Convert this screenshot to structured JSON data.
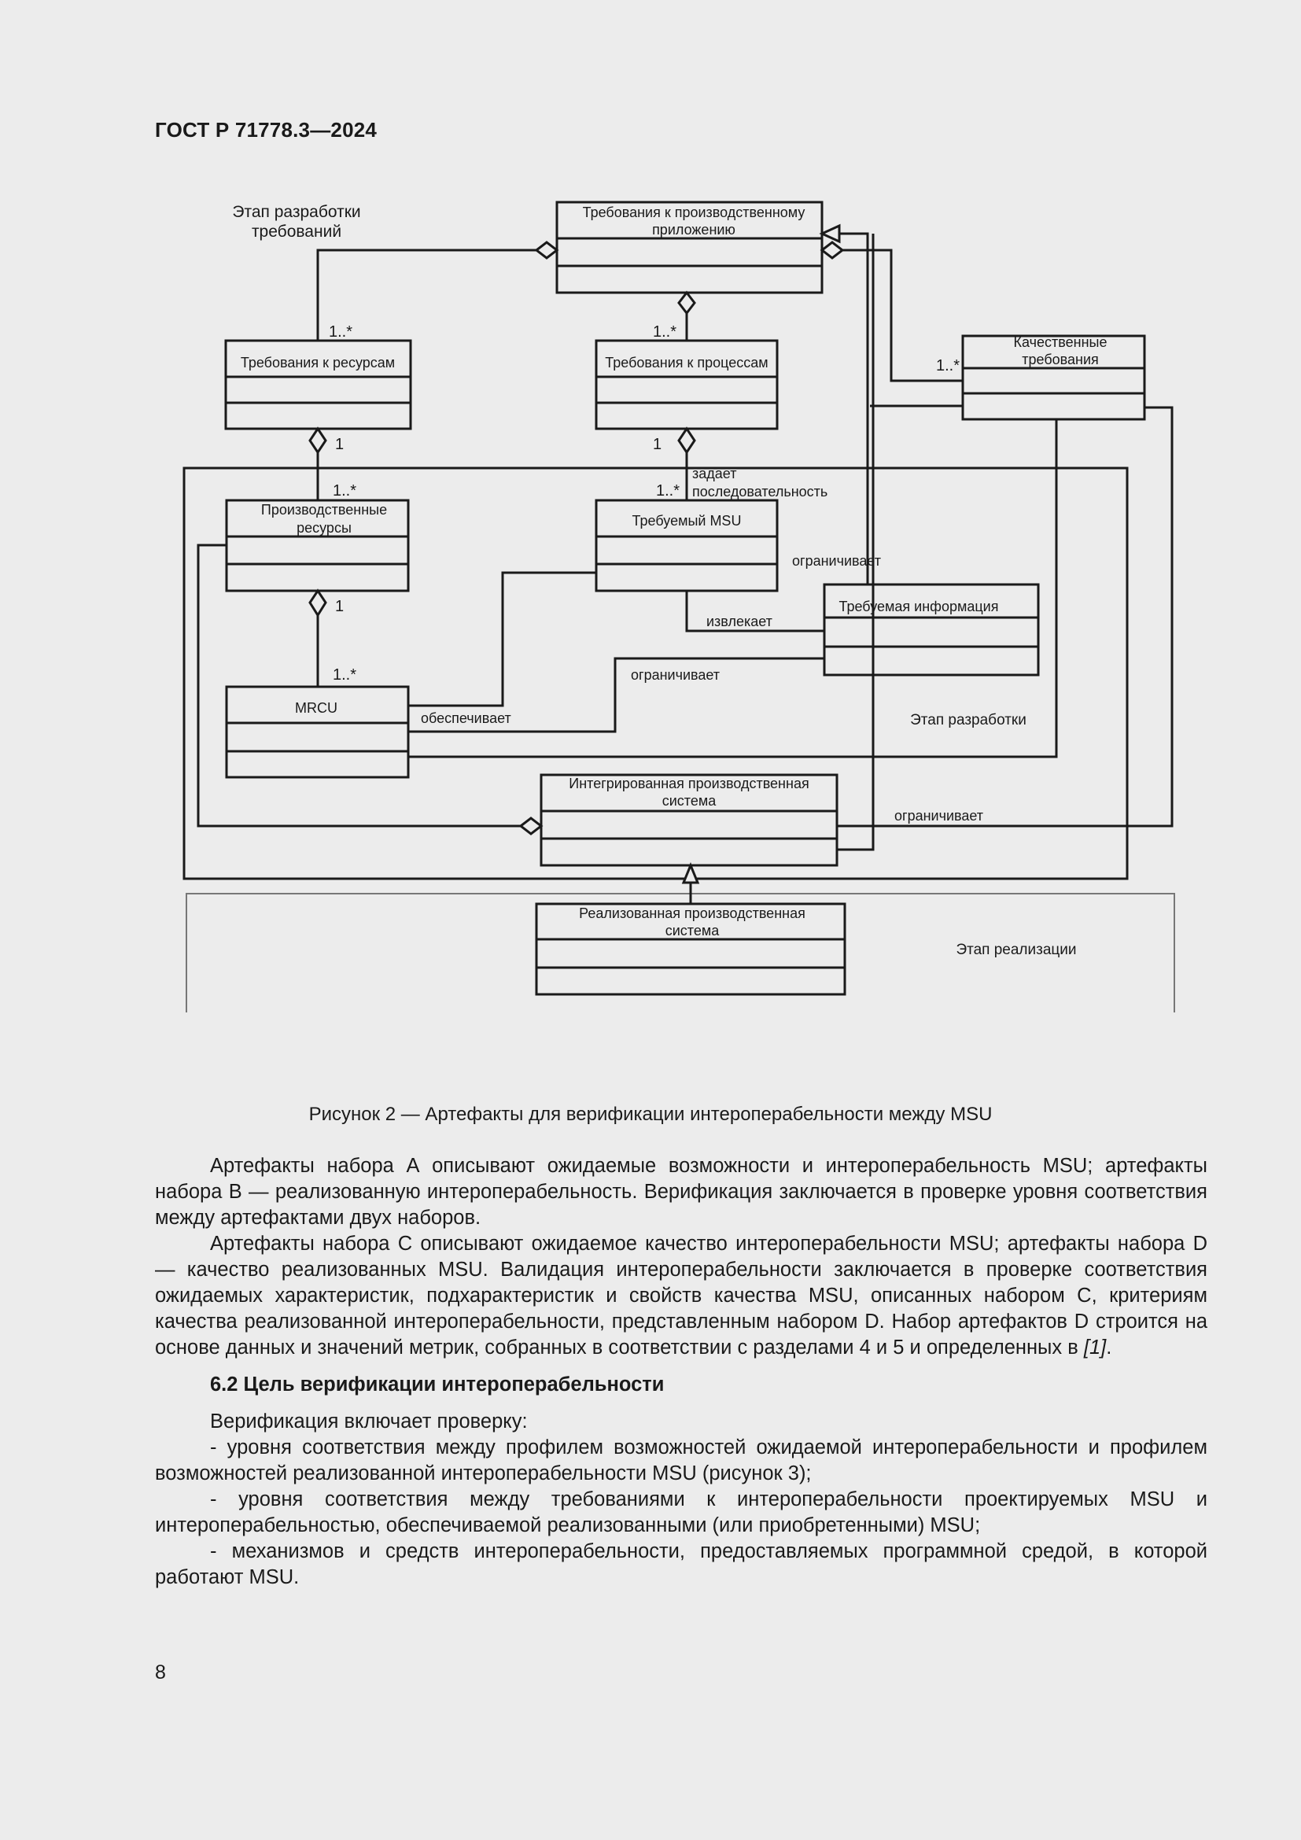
{
  "header": {
    "doc_id": "ГОСТ Р 71778.3—2024"
  },
  "diagram": {
    "labels": {
      "stage_requirements_1": "Этап разработки",
      "stage_requirements_2": "требований",
      "stage_development": "Этап разработки",
      "stage_implementation": "Этап реализации"
    },
    "classes": {
      "prod_app_req_1": "Требования к производственному",
      "prod_app_req_2": "приложению",
      "resource_req": "Требования к ресурсам",
      "process_req": "Требования к процессам",
      "quality_req_1": "Качественные",
      "quality_req_2": "требования",
      "prod_resources_1": "Производственные",
      "prod_resources_2": "ресурсы",
      "required_msu": "Требуемый MSU",
      "required_info": "Требуемая информация",
      "mrcu": "MRCU",
      "integrated_system_1": "Интегрированная производственная",
      "integrated_system_2": "система",
      "implemented_system_1": "Реализованная производственная",
      "implemented_system_2": "система"
    },
    "multiplicities": {
      "res_top": "1..*",
      "proc_top": "1..*",
      "quality_left": "1..*",
      "res_bottom": "1",
      "proc_bottom": "1",
      "prodres_top": "1..*",
      "msu_top": "1..*",
      "prodres_bottom": "1",
      "mrcu_top": "1..*"
    },
    "associations": {
      "sets_sequence_1": "задает",
      "sets_sequence_2": "последовательность",
      "limits_1": "ограничивает",
      "extracts": "извлекает",
      "limits_2": "ограничивает",
      "provides": "обеспечивает",
      "limits_3": "ограничивает"
    }
  },
  "caption": "Рисунок 2 — Артефакты для верификации интероперабельности между MSU",
  "body": {
    "p1": "Артефакты набора А описывают ожидаемые возможности и интероперабельность MSU; артефакты набора В — реализованную интероперабельность. Верификация заключается в проверке уровня соответствия между артефактами двух наборов.",
    "p2_main": "Артефакты набора С описывают ожидаемое качество интероперабельности MSU; артефакты набора D — качество реализованных MSU. Валидация интероперабельности заключается в проверке соответствия ожидаемых характеристик, подхарактеристик и свойств качества MSU, описанных набором С, критериям качества реализованной интероперабельности, представленным набором D. Набор артефактов D строится на основе данных и значений метрик, собранных в соответствии с разделами 4 и 5 и определенных в ",
    "p2_cite": "[1]",
    "p2_end": ".",
    "section_title": "6.2 Цель верификации интероперабельности",
    "p3": "Верификация включает проверку:",
    "li1": "- уровня соответствия между профилем возможностей ожидаемой интероперабельности и профилем возможностей реализованной интероперабельности MSU (рисунок 3);",
    "li2": "- уровня соответствия между требованиями к интероперабельности проектируемых MSU и интероперабельностью, обеспечиваемой реализованными (или приобретенными) MSU;",
    "li3": "- механизмов и средств интероперабельности, предоставляемых программной средой, в которой работают MSU."
  },
  "page_number": "8"
}
